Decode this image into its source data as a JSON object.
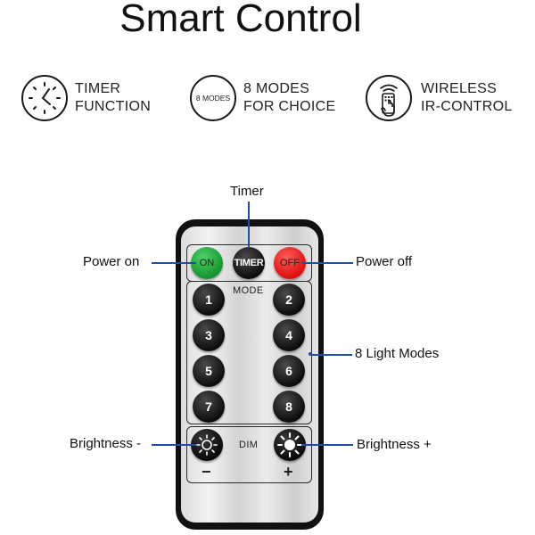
{
  "title": "Smart Control",
  "features": [
    {
      "icon": "clock-icon",
      "text": "TIMER\nFUNCTION"
    },
    {
      "icon": "modes-badge-icon",
      "badge": "8 MODES",
      "text": "8 MODES\nFOR CHOICE"
    },
    {
      "icon": "remote-hand-icon",
      "text": "WIRELESS\nIR-CONTROL"
    }
  ],
  "remote": {
    "on_label": "ON",
    "timer_label": "TIMER",
    "off_label": "OFF",
    "mode_label": "MODE",
    "mode_buttons": [
      "1",
      "2",
      "3",
      "4",
      "5",
      "6",
      "7",
      "8"
    ],
    "dim_label": "DIM",
    "minus_label": "−",
    "plus_label": "+"
  },
  "callouts": {
    "timer": "Timer",
    "power_on": "Power on",
    "power_off": "Power off",
    "light_modes": "8 Light Modes",
    "brightness_minus": "Brightness -",
    "brightness_plus": "Brightness +"
  },
  "colors": {
    "on": "#1aa33a",
    "off": "#ee1c1c",
    "callout_line": "#1f4ea8"
  }
}
